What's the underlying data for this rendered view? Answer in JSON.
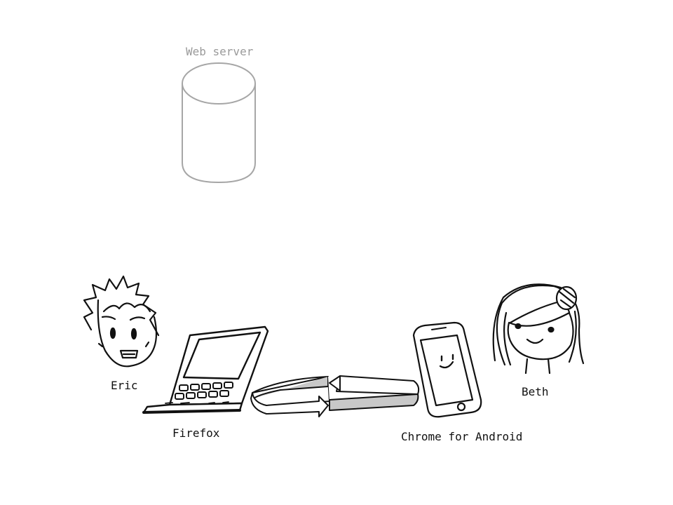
{
  "labels": {
    "server": "Web server",
    "eric": "Eric",
    "firefox": "Firefox",
    "chrome": "Chrome for Android",
    "beth": "Beth"
  },
  "colors": {
    "server_stroke": "#a6a6a6",
    "server_label": "#9a9a9a",
    "ink": "#111111",
    "arrow_fill": "#c8c8c8"
  },
  "icons": [
    "database-icon",
    "eric-face-icon",
    "laptop-icon",
    "sync-arrows-icon",
    "phone-icon",
    "beth-face-icon"
  ]
}
